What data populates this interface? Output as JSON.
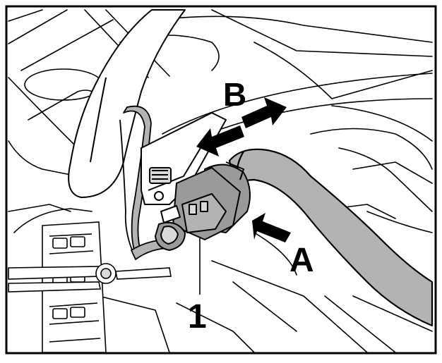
{
  "labels": {
    "callout_a": "A",
    "callout_b": "B",
    "callout_1": "1"
  },
  "colors": {
    "ink": "#000000",
    "paper": "#ffffff",
    "hose_fill": "#b3b3b3",
    "connector_fill": "#9a9a9a",
    "light_fill": "#d9d9d9"
  }
}
